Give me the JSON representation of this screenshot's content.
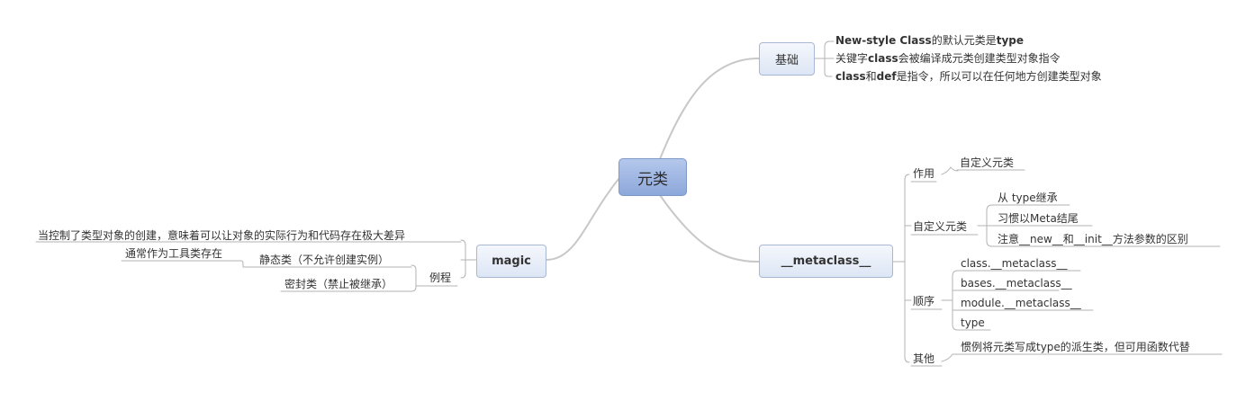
{
  "central": "元类",
  "basics": {
    "label": "基础",
    "items": [
      [
        {
          "t": "New-style Class",
          "b": true
        },
        {
          "t": "的默认元类是"
        },
        {
          "t": "type",
          "b": true
        }
      ],
      [
        {
          "t": "关键字"
        },
        {
          "t": "class",
          "b": true
        },
        {
          "t": "会被编译成元类创建类型对象指令"
        }
      ],
      [
        {
          "t": "class",
          "b": true
        },
        {
          "t": "和"
        },
        {
          "t": "def",
          "b": true
        },
        {
          "t": "是指令，所以可以在任何地方创建类型对象"
        }
      ]
    ]
  },
  "metaclass": {
    "label": "__metaclass__",
    "purpose": {
      "label": "作用",
      "child": "自定义元类"
    },
    "custom": {
      "label": "自定义元类",
      "children": [
        "从 type继承",
        "习惯以Meta结尾",
        "注意__new__和__init__方法参数的区别"
      ]
    },
    "order": {
      "label": "顺序",
      "children": [
        "class.__metaclass__",
        "bases.__metaclass__",
        "module.__metaclass__",
        "type"
      ]
    },
    "other": {
      "label": "其他",
      "child": "惯例将元类写成type的派生类，但可用函数代替"
    }
  },
  "magic": {
    "label": "magic",
    "desc": "当控制了类型对象的创建，意味着可以让对象的实际行为和代码存在极大差异",
    "example": {
      "label": "例程",
      "static": "静态类（不允许创建实例）",
      "static_note": "通常作为工具类存在",
      "sealed": "密封类（禁止被继承）"
    }
  }
}
